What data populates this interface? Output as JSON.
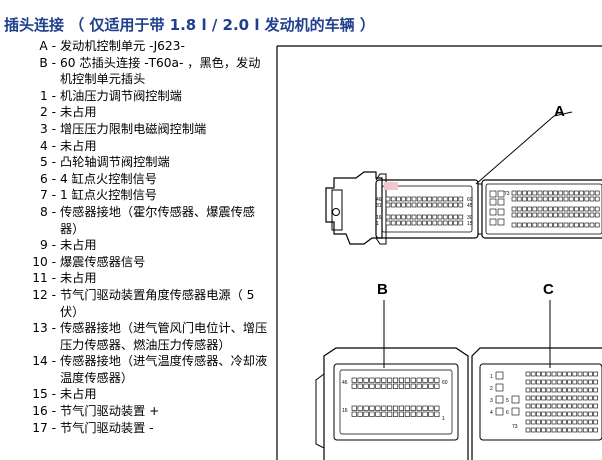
{
  "heading": "插头连接 （ 仅适用于带 1.8 l / 2.0 l 发动机的车辆 ）",
  "legend": [
    {
      "key": "A -",
      "text": "发动机控制单元 -J623-"
    },
    {
      "key": "B -",
      "text": "60 芯插头连接 -T60a- ，黑色，发动机控制单元插头"
    },
    {
      "key": "1 -",
      "text": "机油压力调节阀控制端"
    },
    {
      "key": "2 -",
      "text": "未占用"
    },
    {
      "key": "3 -",
      "text": "增压压力限制电磁阀控制端"
    },
    {
      "key": "4 -",
      "text": "未占用"
    },
    {
      "key": "5 -",
      "text": "凸轮轴调节阀控制端"
    },
    {
      "key": "6 -",
      "text": "4 缸点火控制信号"
    },
    {
      "key": "7 -",
      "text": "1 缸点火控制信号"
    },
    {
      "key": "8 -",
      "text": "传感器接地（霍尔传感器、爆震传感器）"
    },
    {
      "key": "9 -",
      "text": "未占用"
    },
    {
      "key": "10 -",
      "text": "爆震传感器信号"
    },
    {
      "key": "11 -",
      "text": "未占用"
    },
    {
      "key": "12 -",
      "text": "节气门驱动装置角度传感器电源（ 5 伏）"
    },
    {
      "key": "13 -",
      "text": "传感器接地（进气管风门电位计、增压压力传感器、燃油压力传感器）"
    },
    {
      "key": "14 -",
      "text": "传感器接地（进气温度传感器、冷却液温度传感器）"
    },
    {
      "key": "15 -",
      "text": "未占用"
    },
    {
      "key": "16 -",
      "text": "节气门驱动装置 +"
    },
    {
      "key": "17 -",
      "text": "节气门驱动装置 -"
    }
  ],
  "figure": {
    "label_a": "A",
    "label_b": "B",
    "label_c": "C",
    "ecu_left_pins": [
      "46",
      "31",
      "16",
      "1",
      "60",
      "45",
      "30",
      "15"
    ],
    "ecu_right_pins": [
      "73"
    ],
    "b_pins": [
      "46",
      "16",
      "60",
      "1"
    ],
    "c_pins": [
      "1",
      "2",
      "3",
      "4",
      "5",
      "6",
      "73"
    ]
  }
}
